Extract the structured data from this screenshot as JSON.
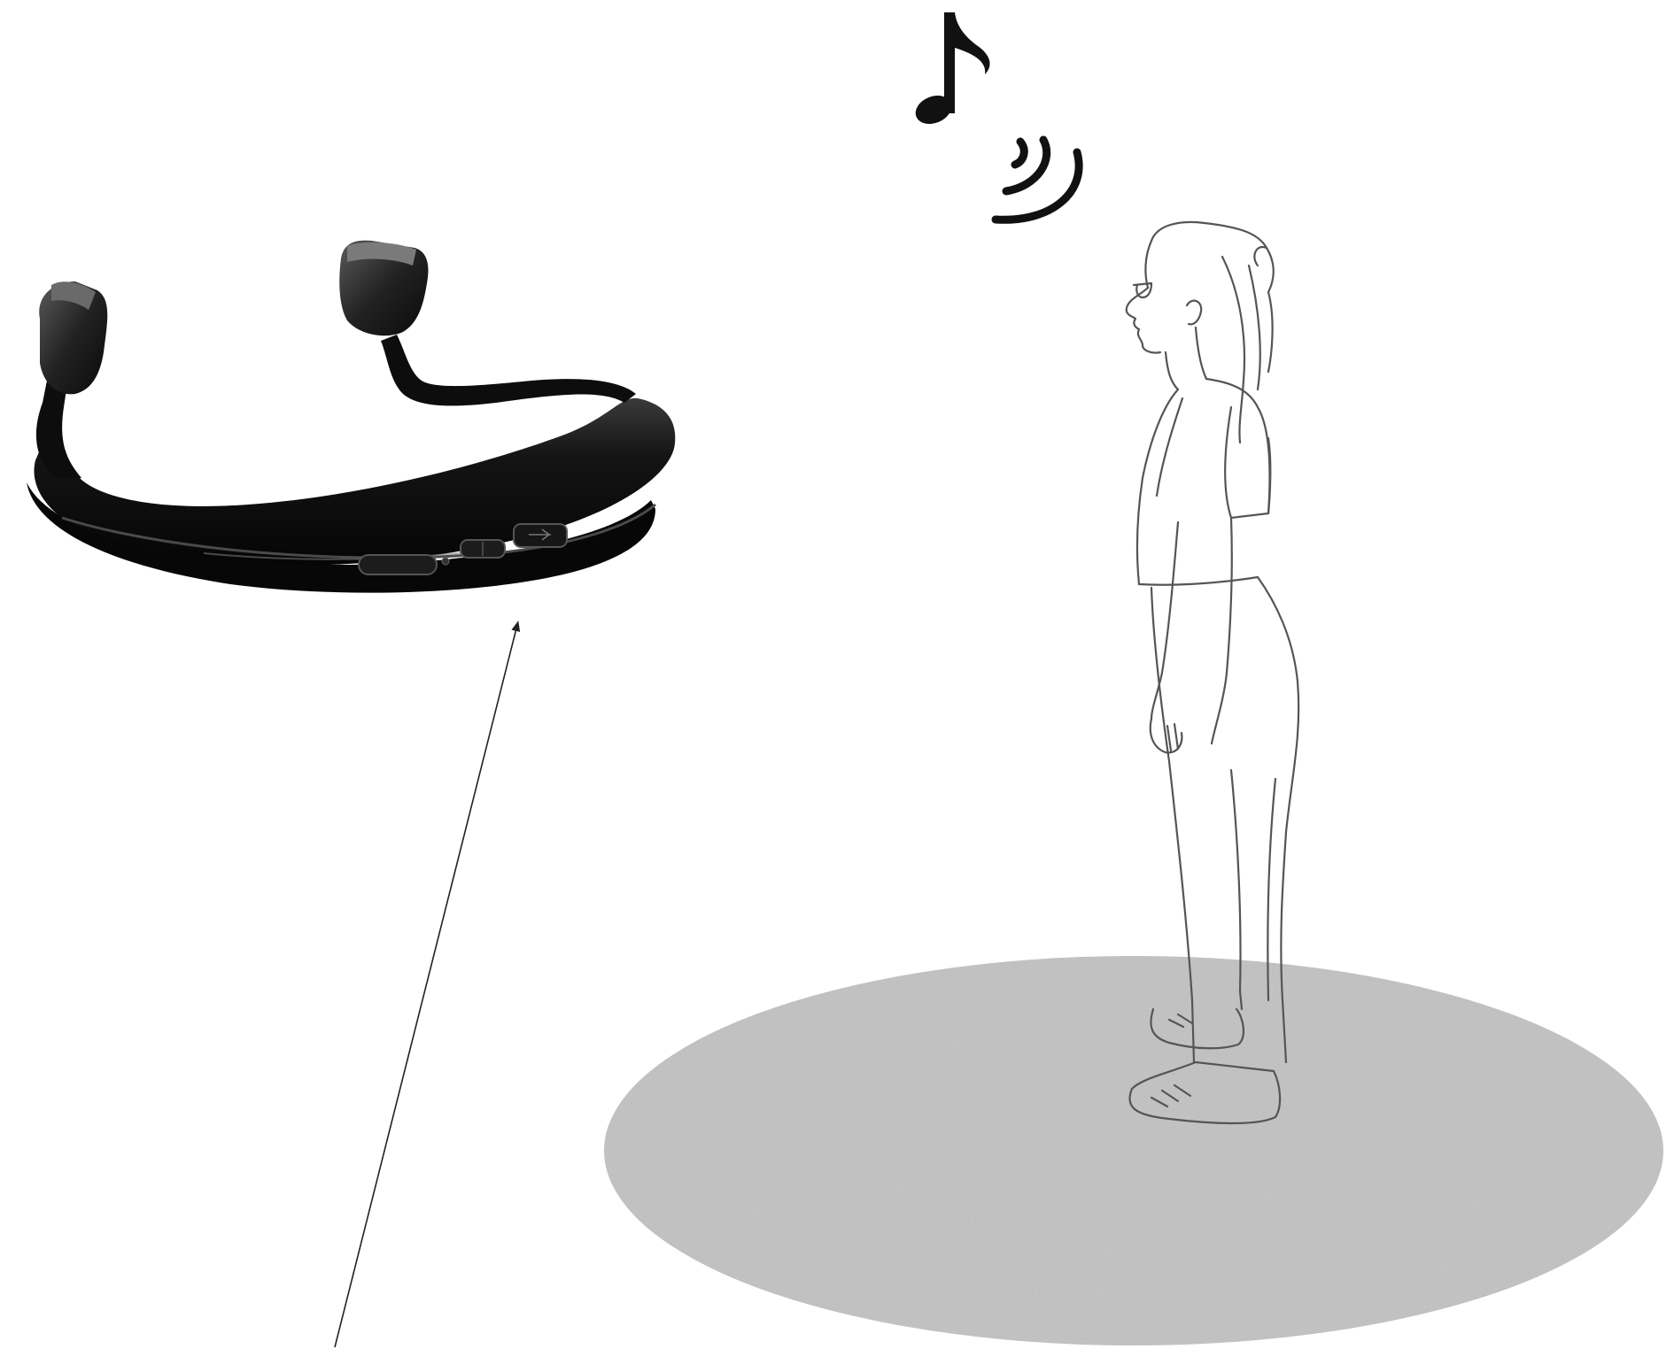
{
  "scene": {
    "background": "#ffffff",
    "elements": [
      {
        "name": "bone-conduction-headphones",
        "kind": "photo-object",
        "color": "#0e0e0e"
      },
      {
        "name": "pointer-arrow",
        "kind": "arrow",
        "color": "#222222"
      },
      {
        "name": "music-note-icon",
        "kind": "icon",
        "color": "#111111"
      },
      {
        "name": "sound-waves-icon",
        "kind": "icon",
        "color": "#111111"
      },
      {
        "name": "standing-woman-sketch",
        "kind": "line-drawing",
        "color": "#555555"
      },
      {
        "name": "ground-shadow",
        "kind": "ellipse",
        "color": "#c9c9c9"
      }
    ]
  }
}
